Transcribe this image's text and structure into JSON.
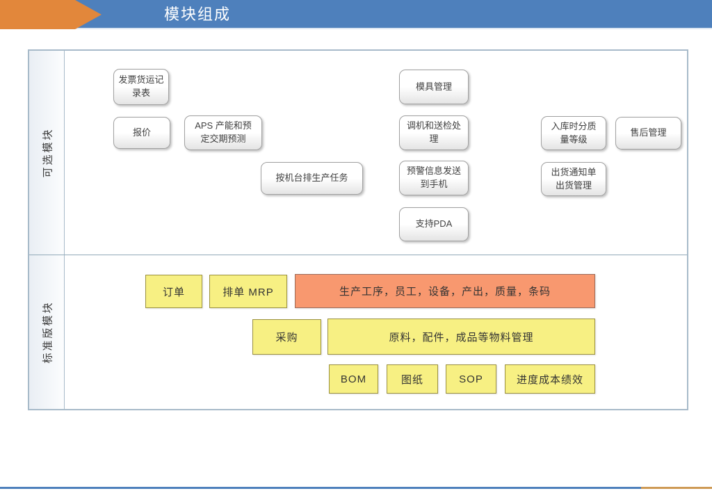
{
  "header": {
    "title": "模块组成"
  },
  "diagram": {
    "optional": {
      "label": "可选模块",
      "boxes": [
        {
          "text": "发票货运记\n录表"
        },
        {
          "text": "报价"
        },
        {
          "text": "APS 产能和预\n定交期预测"
        },
        {
          "text": "按机台排生产任务"
        },
        {
          "text": "模具管理"
        },
        {
          "text": "调机和送检处\n理"
        },
        {
          "text": "预警信息发送\n到手机"
        },
        {
          "text": "支持PDA"
        },
        {
          "text": "入库时分质\n量等级"
        },
        {
          "text": "售后管理"
        },
        {
          "text": "出货通知单\n出货管理"
        }
      ]
    },
    "standard": {
      "label": "标准版模块",
      "boxes": [
        {
          "text": "订单",
          "variant": "yellow"
        },
        {
          "text": "排单  MRP",
          "variant": "yellow"
        },
        {
          "text": "生产工序，员工，设备，产出，质量，条码",
          "variant": "orange"
        },
        {
          "text": "采购",
          "variant": "yellow"
        },
        {
          "text": "原料，配件，成品等物料管理",
          "variant": "yellow"
        },
        {
          "text": "BOM",
          "variant": "yellow"
        },
        {
          "text": "图纸",
          "variant": "yellow"
        },
        {
          "text": "SOP",
          "variant": "yellow"
        },
        {
          "text": "进度成本绩效",
          "variant": "yellow"
        }
      ]
    }
  },
  "colors": {
    "banner_blue": "#4E80BC",
    "arrow_orange": "#E2873B",
    "frame_border": "#A7BAC9",
    "gray_box_border": "#A0A0A0",
    "yellow_fill": "#F7F083",
    "yellow_border": "#9A9040",
    "orange_fill": "#F8986F",
    "orange_border": "#9C6A58",
    "footer_blue": "#4E80BC",
    "footer_orange": "#CE9A55"
  }
}
